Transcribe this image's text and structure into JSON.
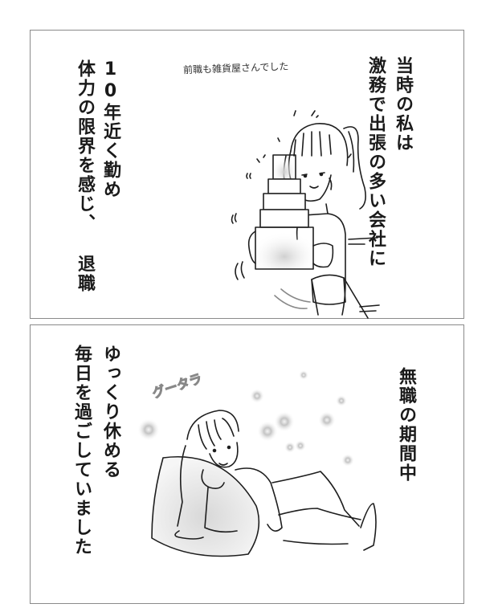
{
  "panels": [
    {
      "id": "panel-1",
      "narration_right": {
        "col1": "当時の私は",
        "col2": "激務で出張の多い会社に"
      },
      "narration_left": {
        "col1": "10年近く勤め",
        "col2": "体力の限界を感じ、 退職"
      },
      "handwritten_note": "前職も雑貨屋さんでした",
      "illustration": "woman-carrying-stacked-boxes"
    },
    {
      "id": "panel-2",
      "narration_right": {
        "col1": "無職の期間中"
      },
      "narration_left": {
        "col1": "ゆっくり休める",
        "col2": "毎日を過ごしていました"
      },
      "sound_effect": "グータラ",
      "illustration": "woman-lounging-on-cushion"
    }
  ],
  "colors": {
    "border": "#8a8a8a",
    "text": "#1a1a1a",
    "line_art": "#1e1e1e",
    "shading": "#cfcfcf",
    "background": "#ffffff"
  }
}
